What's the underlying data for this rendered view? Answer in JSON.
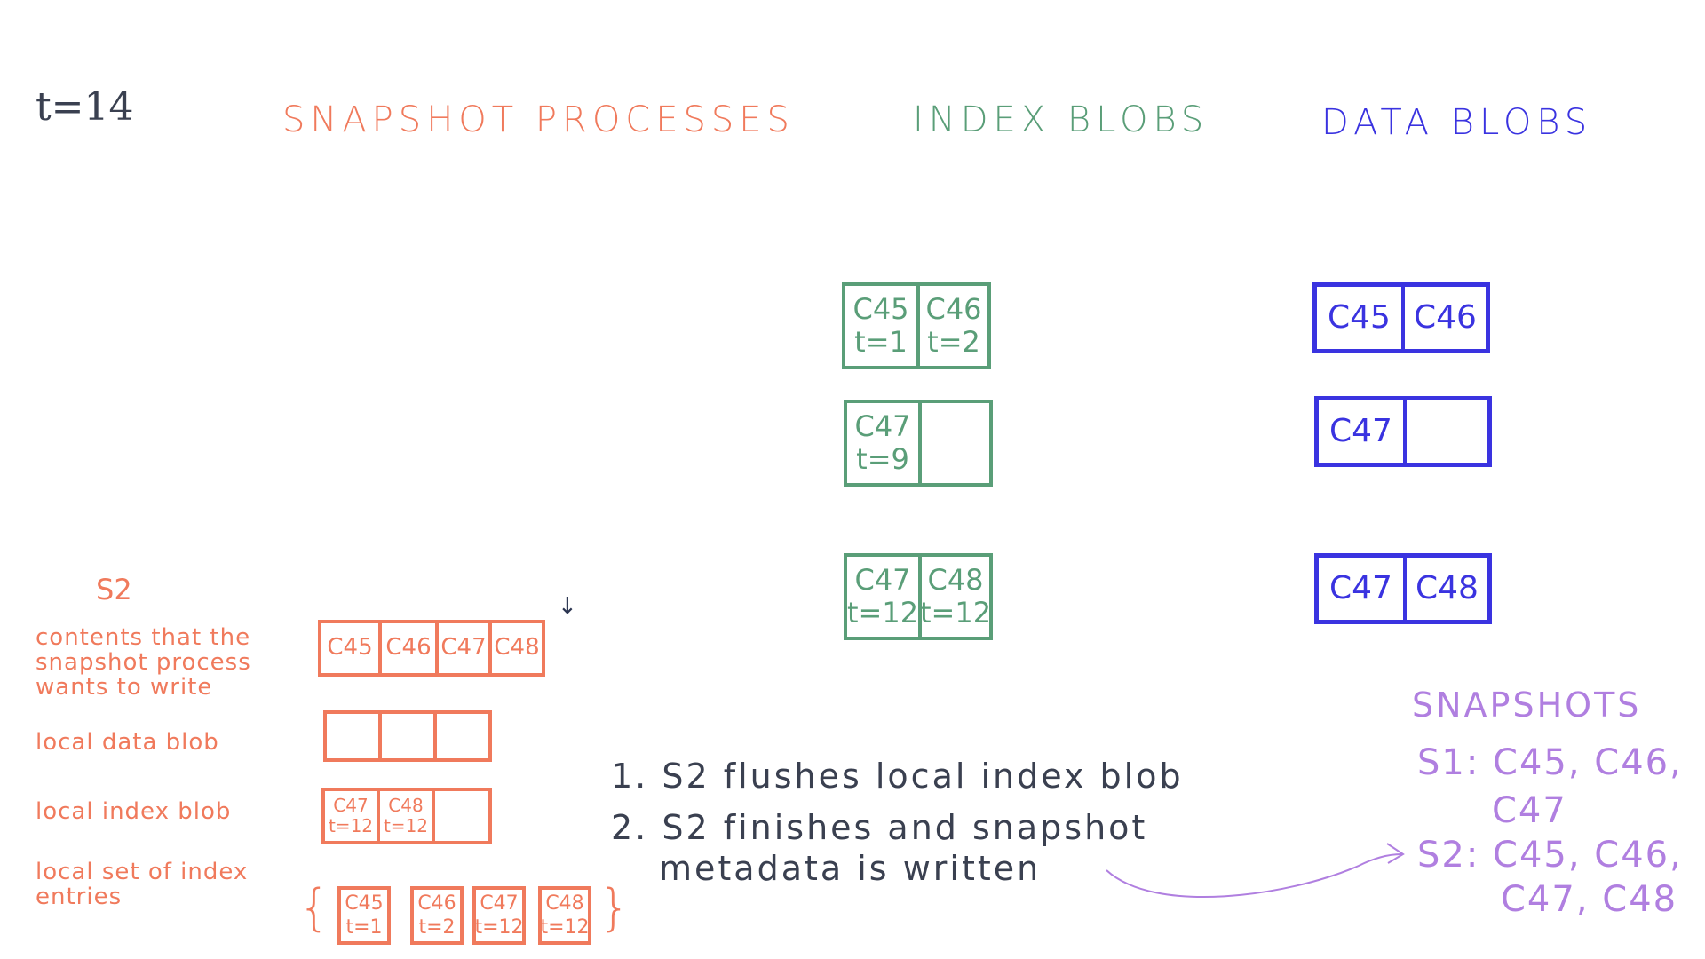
{
  "time_label": "t=14",
  "headers": {
    "snapshot_processes": "SNAPSHOT PROCESSES",
    "index_blobs": "INDEX BLOBS",
    "data_blobs": "DATA BLOBS"
  },
  "index_blobs": [
    {
      "cells": [
        {
          "id": "C45",
          "t": "t=1"
        },
        {
          "id": "C46",
          "t": "t=2"
        }
      ]
    },
    {
      "cells": [
        {
          "id": "C47",
          "t": "t=9"
        },
        {
          "id": "",
          "t": ""
        }
      ]
    },
    {
      "cells": [
        {
          "id": "C47",
          "t": "t=12"
        },
        {
          "id": "C48",
          "t": "t=12"
        }
      ]
    }
  ],
  "data_blobs": [
    {
      "cells": [
        "C45",
        "C46"
      ]
    },
    {
      "cells": [
        "C47",
        ""
      ]
    },
    {
      "cells": [
        "C47",
        "C48"
      ]
    }
  ],
  "process": {
    "name": "S2",
    "arrow_glyph": "↓",
    "contents_label": "contents that the snapshot process wants to write",
    "contents": [
      "C45",
      "C46",
      "C47",
      "C48"
    ],
    "local_data_label": "local data blob",
    "local_data": [
      "",
      "",
      ""
    ],
    "local_index_label": "local index blob",
    "local_index": [
      {
        "id": "C47",
        "t": "t=12"
      },
      {
        "id": "C48",
        "t": "t=12"
      },
      {
        "id": "",
        "t": ""
      }
    ],
    "entries_label": "local set of index entries",
    "brace_open": "{",
    "brace_close": "}",
    "entries": [
      {
        "id": "C45",
        "t": "t=1"
      },
      {
        "id": "C46",
        "t": "t=2"
      },
      {
        "id": "C47",
        "t": "t=12"
      },
      {
        "id": "C48",
        "t": "t=12"
      }
    ]
  },
  "steps": [
    "1. S2 flushes local index blob",
    "2. S2 finishes and snapshot",
    "metadata is written"
  ],
  "snapshots": {
    "title": "SNAPSHOTS",
    "lines": [
      "S1: C45, C46,",
      "C47",
      "S2: C45, C46,",
      "C47, C48"
    ]
  },
  "colors": {
    "process": "#f07a5c",
    "index": "#5a9e78",
    "data": "#3a33e0",
    "snapshots": "#b07fe0",
    "text": "#3a4050"
  }
}
